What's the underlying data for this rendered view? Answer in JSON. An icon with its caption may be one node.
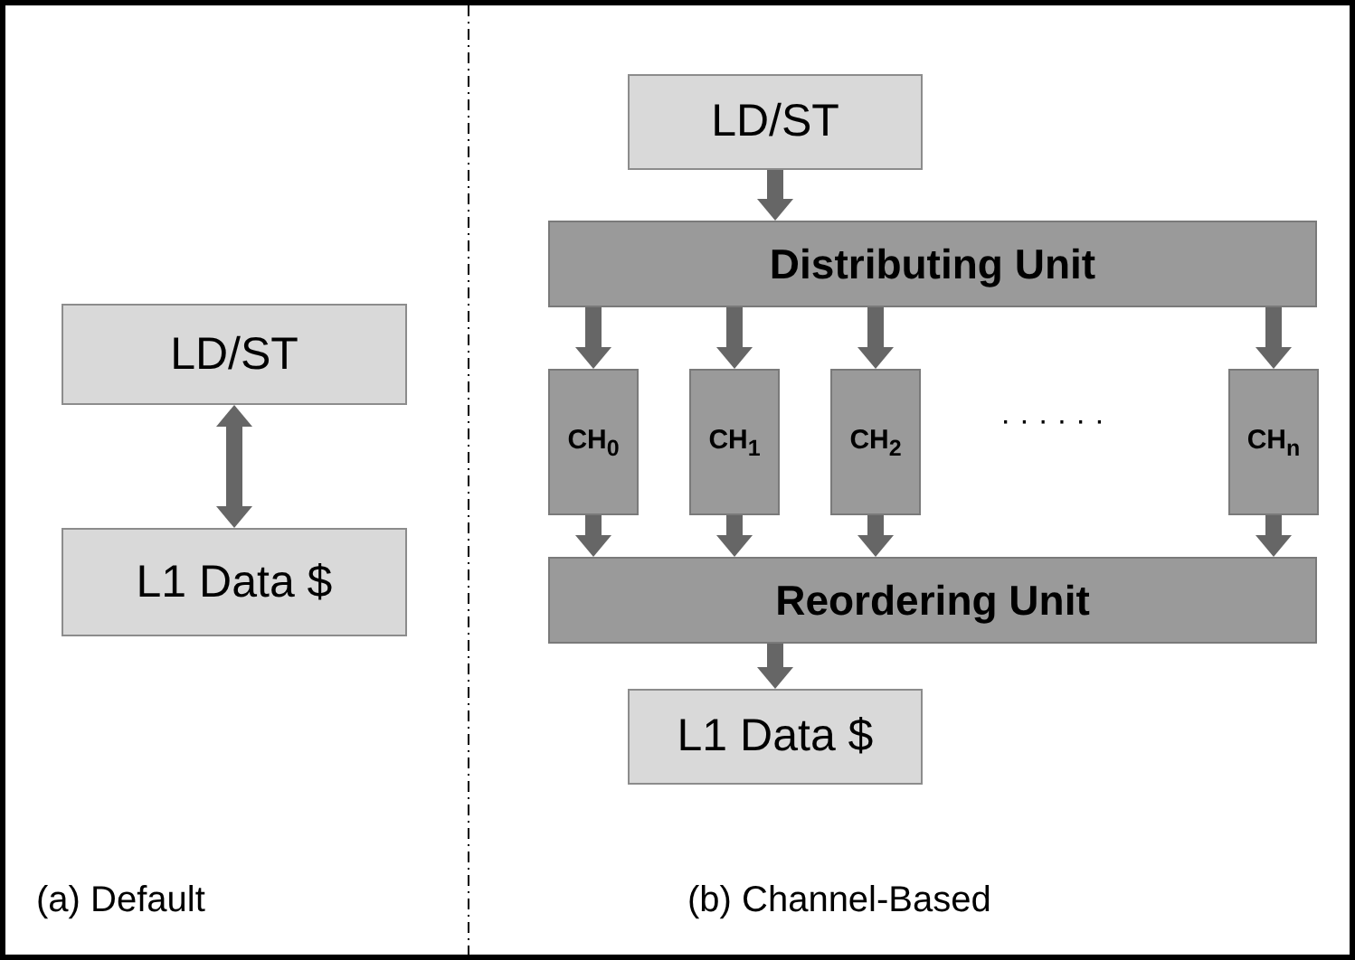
{
  "diagram": {
    "nodes": [
      {
        "text": [
          "LD/ST"
        ]
      },
      {
        "text": [
          "L1 Data $"
        ]
      },
      {
        "text": [
          "LD/ST"
        ]
      },
      {
        "text": [
          "Distributing Unit"
        ]
      },
      {
        "text": [
          "CH$_{0}$"
        ]
      },
      {
        "text": [
          "CH$_{1}$"
        ]
      },
      {
        "text": [
          "CH$_{2}$"
        ]
      },
      {
        "text": [
          "CH$_{n}$"
        ]
      },
      {
        "text": [
          "Reordering Unit"
        ]
      },
      {
        "text": [
          "L1 Data $"
        ]
      }
    ],
    "edges": [
      {
        "from": 0,
        "to": 1,
        "arrow": "both"
      },
      {
        "from": 2,
        "to": 3,
        "arrow": "to"
      },
      {
        "from": 3,
        "to": 4,
        "arrow": "to"
      },
      {
        "from": 3,
        "to": 5,
        "arrow": "to"
      },
      {
        "from": 3,
        "to": 6,
        "arrow": "to"
      },
      {
        "from": 3,
        "to": 7,
        "arrow": "to"
      },
      {
        "from": 4,
        "to": 8,
        "arrow": "to"
      },
      {
        "from": 5,
        "to": 8,
        "arrow": "to"
      },
      {
        "from": 6,
        "to": 8,
        "arrow": "to"
      },
      {
        "from": 7,
        "to": 8,
        "arrow": "to"
      },
      {
        "from": 8,
        "to": 9,
        "arrow": "to"
      }
    ],
    "labels": [
      "· · · · · ·",
      "(a) Default",
      "(b) Channel-Based"
    ]
  }
}
